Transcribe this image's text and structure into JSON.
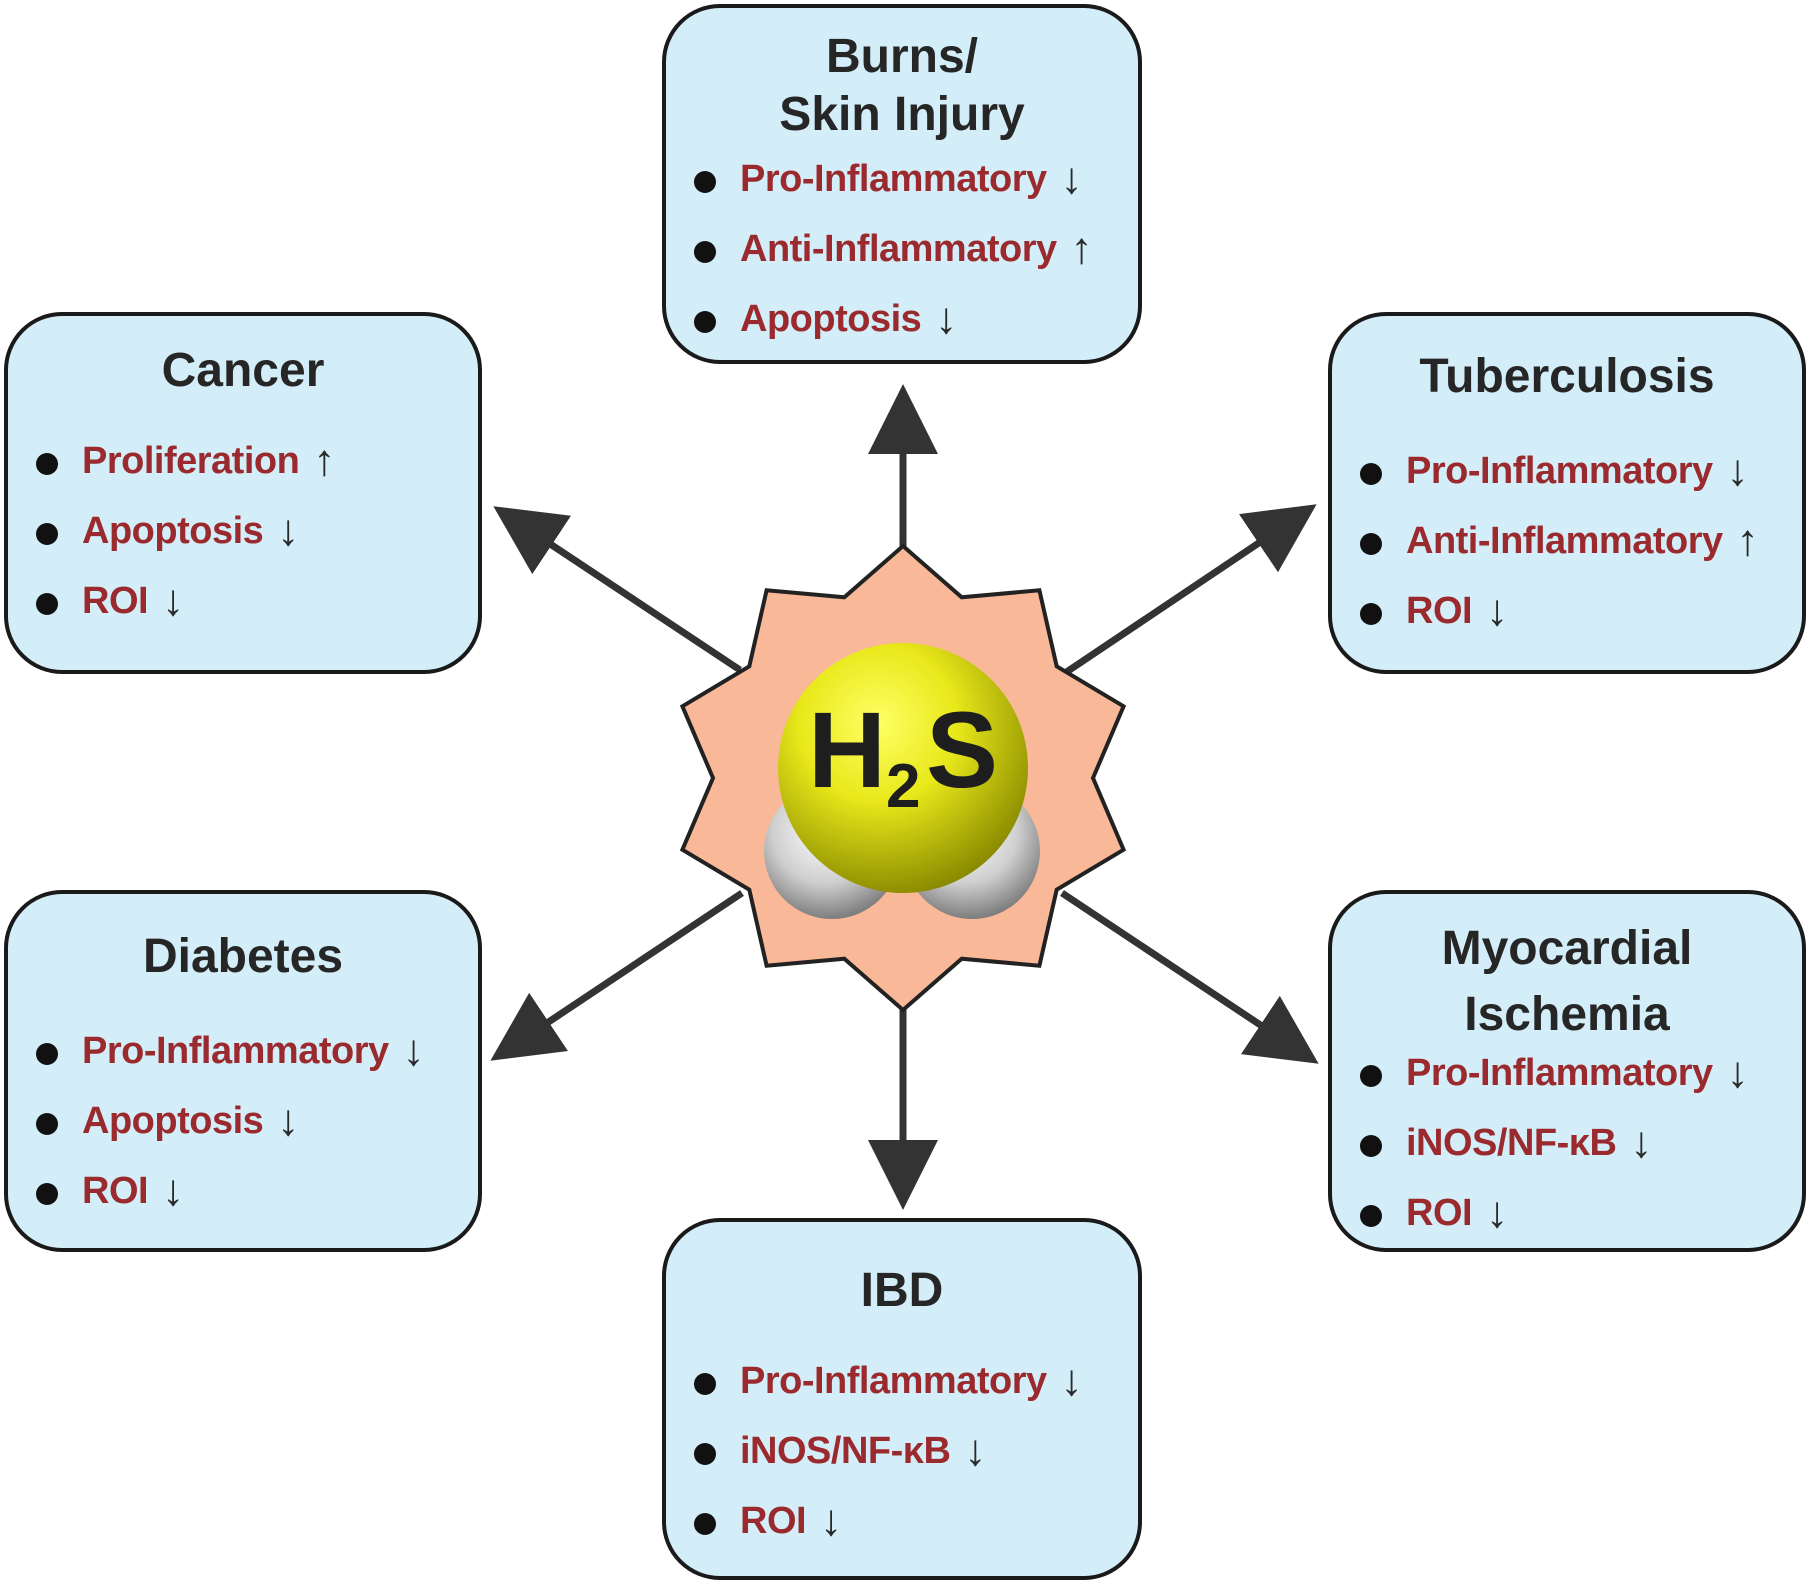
{
  "center": {
    "formula_main_1": "H",
    "formula_sub": "2",
    "formula_main_2": "S",
    "badge_color": "#f9b898",
    "sphere_color": "#e8e81a"
  },
  "colors": {
    "box_fill": "#d3eef8",
    "effect_text": "#9b2a2e",
    "title_text": "#262626"
  },
  "boxes": [
    {
      "id": "burns",
      "title": "Burns/\nSkin Injury",
      "effects": [
        {
          "label": "Pro-Inflammatory",
          "direction": "↓"
        },
        {
          "label": "Anti-Inflammatory",
          "direction": "↑"
        },
        {
          "label": "Apoptosis",
          "direction": "↓"
        }
      ]
    },
    {
      "id": "cancer",
      "title": "Cancer",
      "effects": [
        {
          "label": "Proliferation",
          "direction": "↑"
        },
        {
          "label": "Apoptosis",
          "direction": "↓"
        },
        {
          "label": "ROI",
          "direction": "↓"
        }
      ]
    },
    {
      "id": "tuberculosis",
      "title": "Tuberculosis",
      "effects": [
        {
          "label": "Pro-Inflammatory",
          "direction": "↓"
        },
        {
          "label": "Anti-Inflammatory",
          "direction": "↑"
        },
        {
          "label": "ROI",
          "direction": "↓"
        }
      ]
    },
    {
      "id": "diabetes",
      "title": "Diabetes",
      "effects": [
        {
          "label": "Pro-Inflammatory",
          "direction": "↓"
        },
        {
          "label": "Apoptosis",
          "direction": "↓"
        },
        {
          "label": "ROI",
          "direction": "↓"
        }
      ]
    },
    {
      "id": "myocardial",
      "title": "Myocardial\nIschemia",
      "effects": [
        {
          "label": "Pro-Inflammatory",
          "direction": "↓"
        },
        {
          "label": "iNOS/NF-κB",
          "direction": "↓"
        },
        {
          "label": "ROI",
          "direction": "↓"
        }
      ]
    },
    {
      "id": "ibd",
      "title": "IBD",
      "effects": [
        {
          "label": "Pro-Inflammatory",
          "direction": "↓"
        },
        {
          "label": "iNOS/NF-κB",
          "direction": "↓"
        },
        {
          "label": "ROI",
          "direction": "↓"
        }
      ]
    }
  ]
}
